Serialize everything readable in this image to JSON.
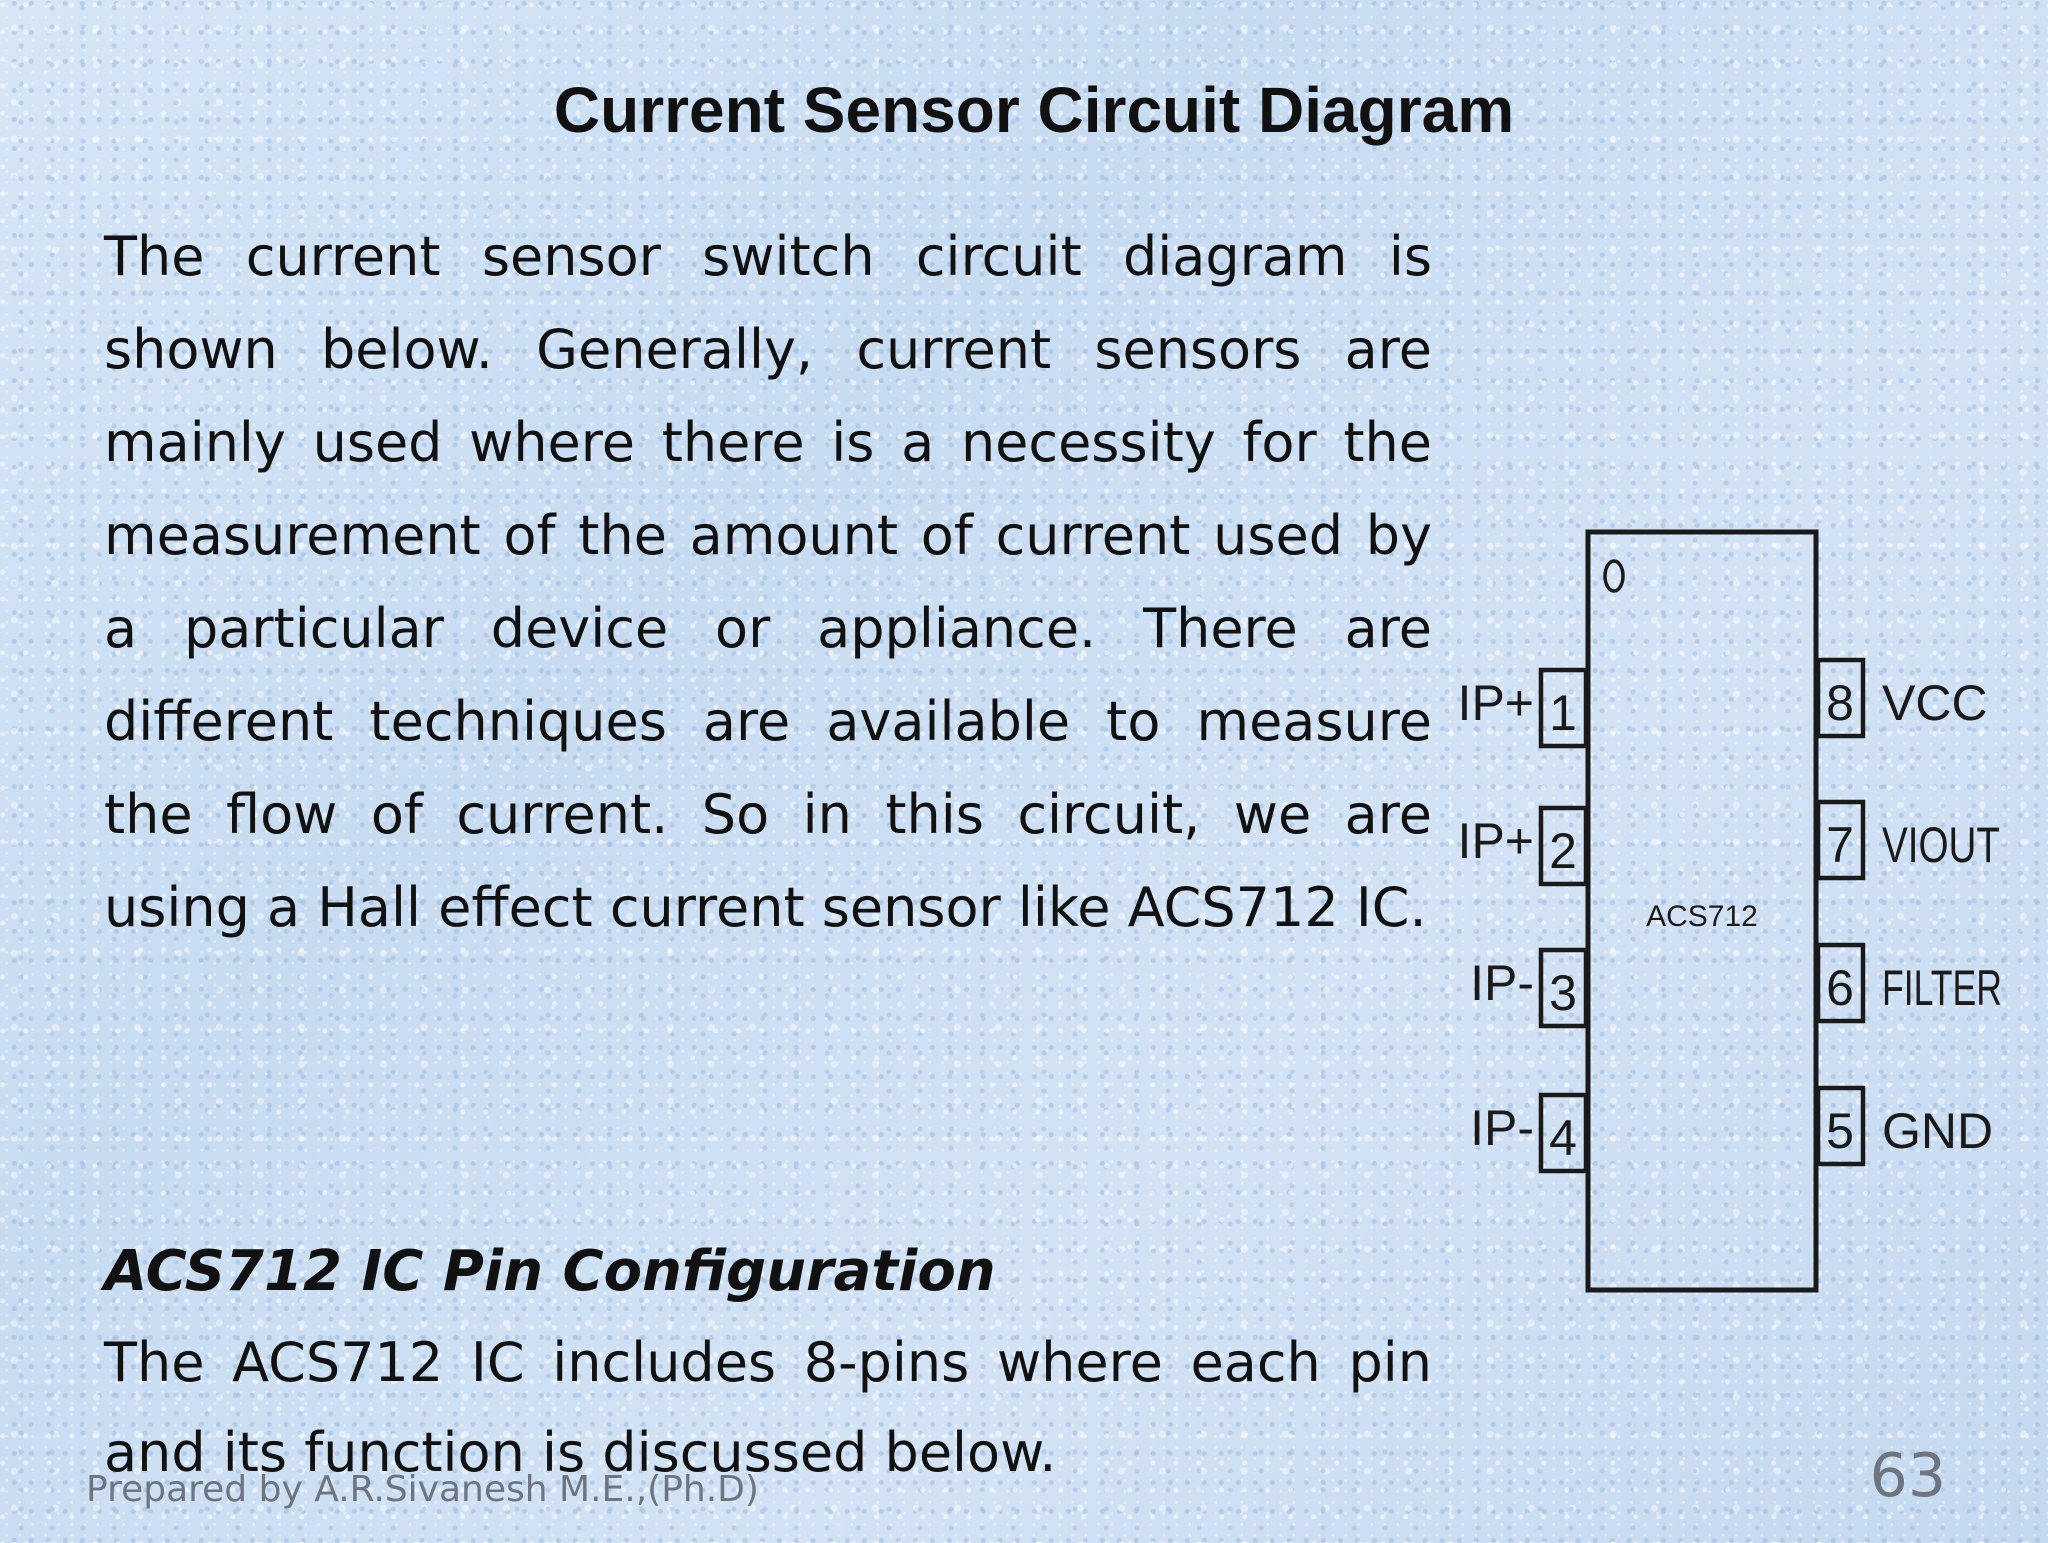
{
  "slide": {
    "title": "Current Sensor Circuit Diagram",
    "paragraph": "The current sensor switch circuit diagram is shown below. Generally, current sensors are mainly used where there is a necessity for the measurement of the amount of current used by a particular device or appliance. There are different techniques are available to measure the flow of current. So in this circuit, we are using a Hall effect current sensor like ACS712 IC.",
    "subheading": "ACS712 IC Pin Configuration",
    "pin_paragraph": "The ACS712 IC includes 8-pins where each pin and its function is discussed below.",
    "footer": "Prepared by A.R.Sivanesh M.E.,(Ph.D)",
    "page_number": "63"
  },
  "diagram": {
    "ic_label": "ACS712",
    "left_pins": [
      {
        "number": "1",
        "label": "IP+"
      },
      {
        "number": "2",
        "label": "IP+"
      },
      {
        "number": "3",
        "label": "IP-"
      },
      {
        "number": "4",
        "label": "IP-"
      }
    ],
    "right_pins": [
      {
        "number": "8",
        "label": "VCC"
      },
      {
        "number": "7",
        "label": "VIOUT"
      },
      {
        "number": "6",
        "label": "FILTER"
      },
      {
        "number": "5",
        "label": "GND"
      }
    ]
  }
}
